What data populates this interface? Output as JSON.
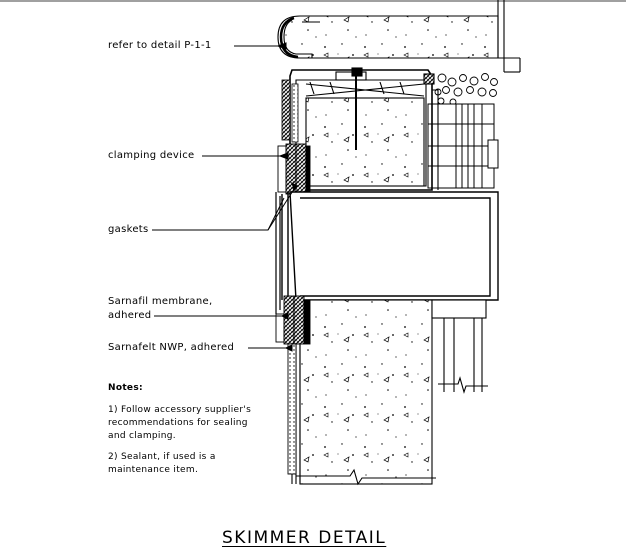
{
  "title": "SKIMMER DETAIL",
  "labels": {
    "refer_detail": "refer to detail P-1-1",
    "clamping_device": "clamping device",
    "gaskets": "gaskets",
    "membrane_line1": "Sarnafil membrane,",
    "membrane_line2": "adhered",
    "sarnafelt": "Sarnafelt NWP, adhered"
  },
  "notes": {
    "heading": "Notes:",
    "note1_line1": "1) Follow accessory supplier's",
    "note1_line2": "recommendations for sealing",
    "note1_line3": "and clamping.",
    "note2_line1": "2) Sealant, if used is a",
    "note2_line2": "maintenance item."
  }
}
